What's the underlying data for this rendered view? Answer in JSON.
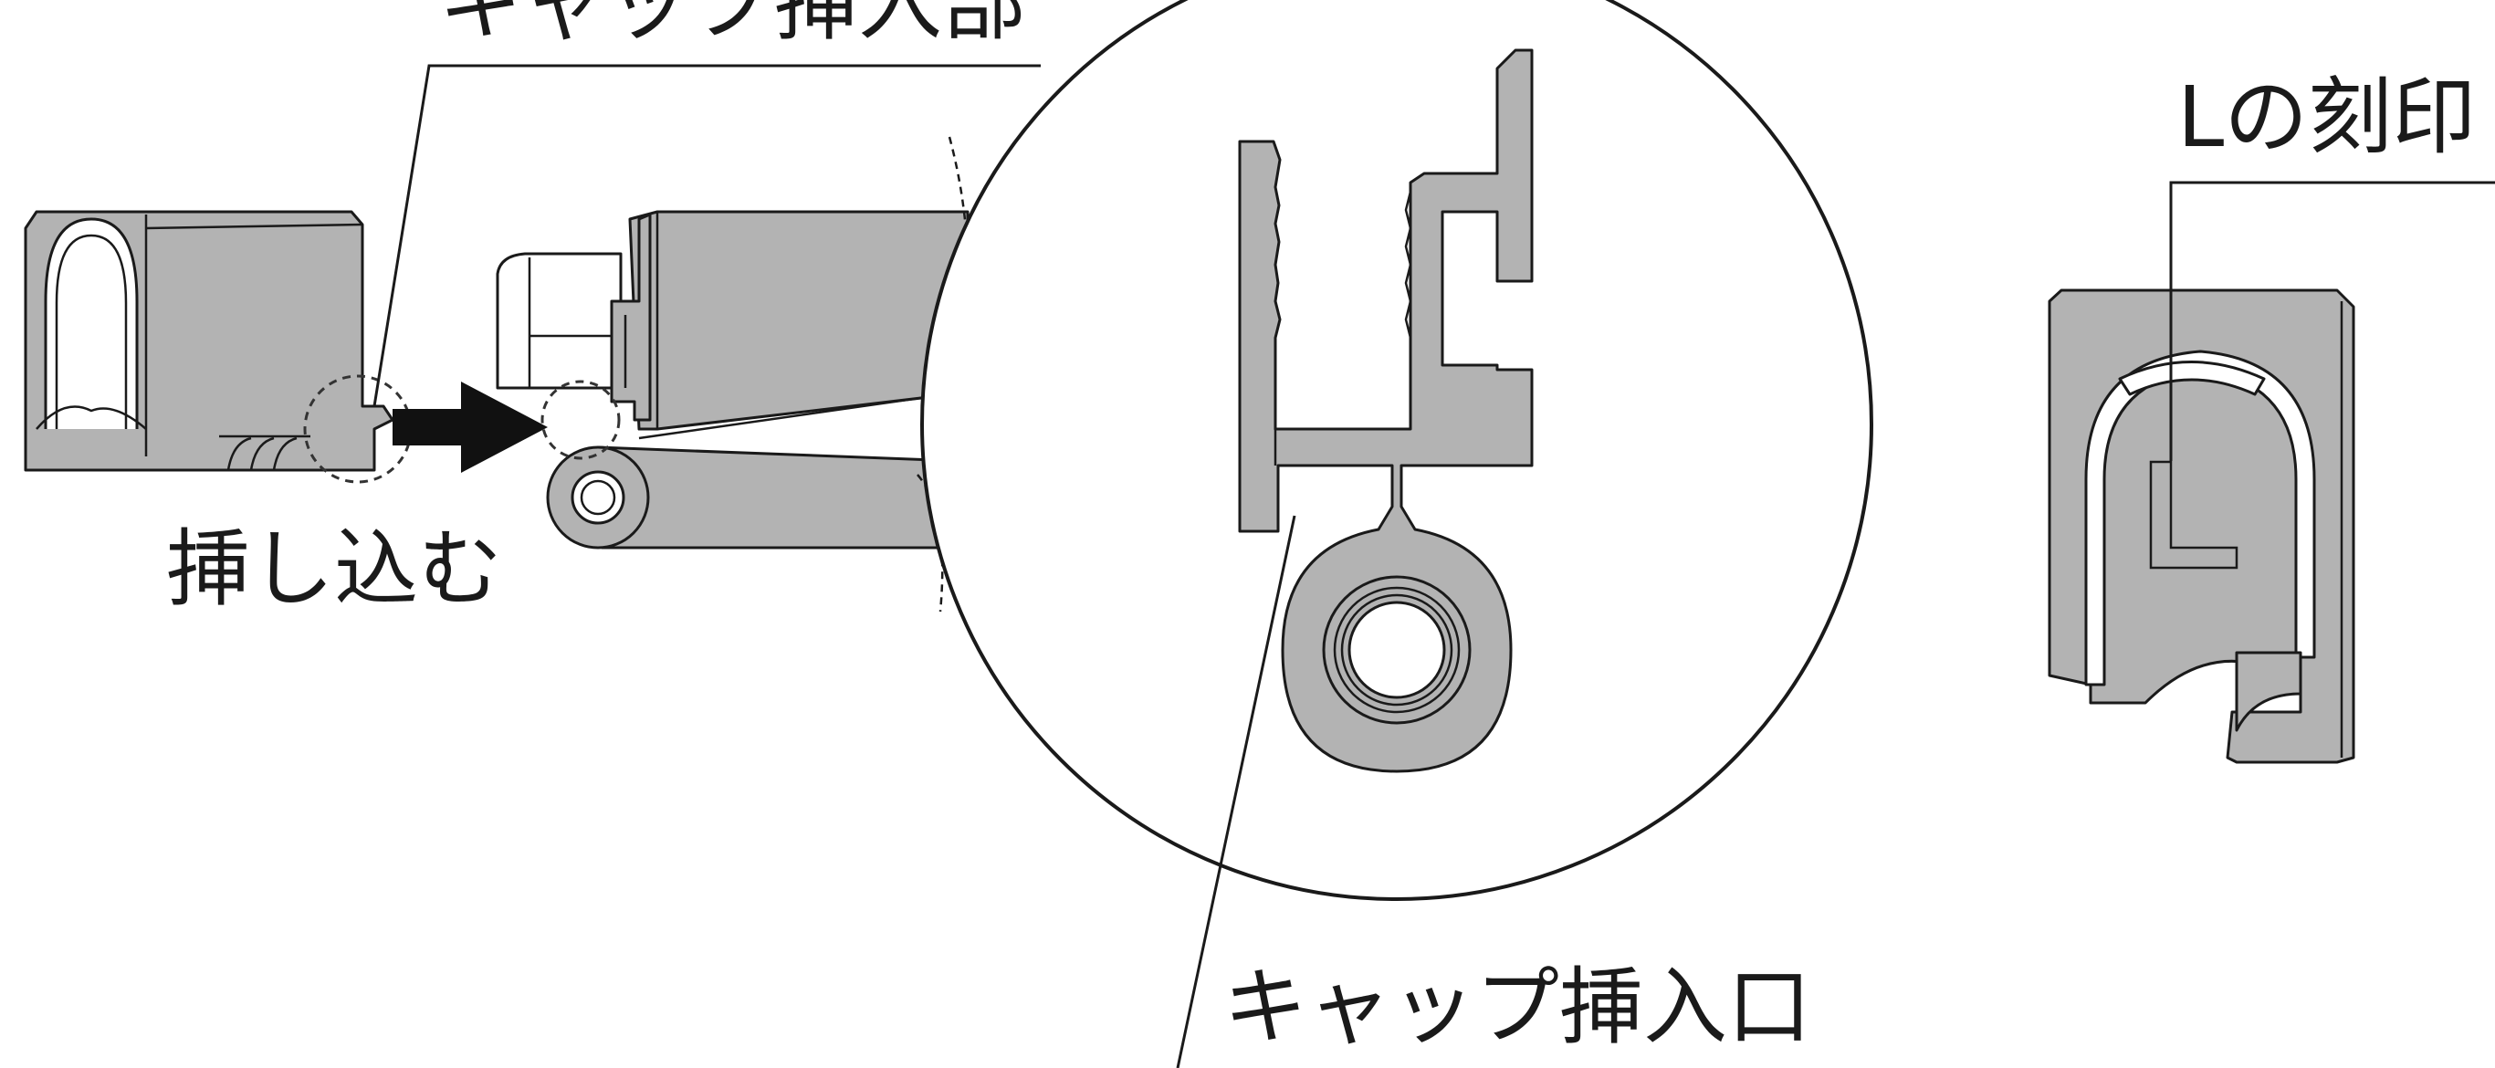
{
  "labels": {
    "cap_insert_part": "キャップ挿入部",
    "push_in": "挿し込む",
    "cap_insert_opening": "キャップ挿入口",
    "l_stamp": "Lの刻印"
  },
  "colors": {
    "part_fill": "#b3b3b3",
    "outline": "#1a1a1a",
    "background": "#ffffff"
  }
}
